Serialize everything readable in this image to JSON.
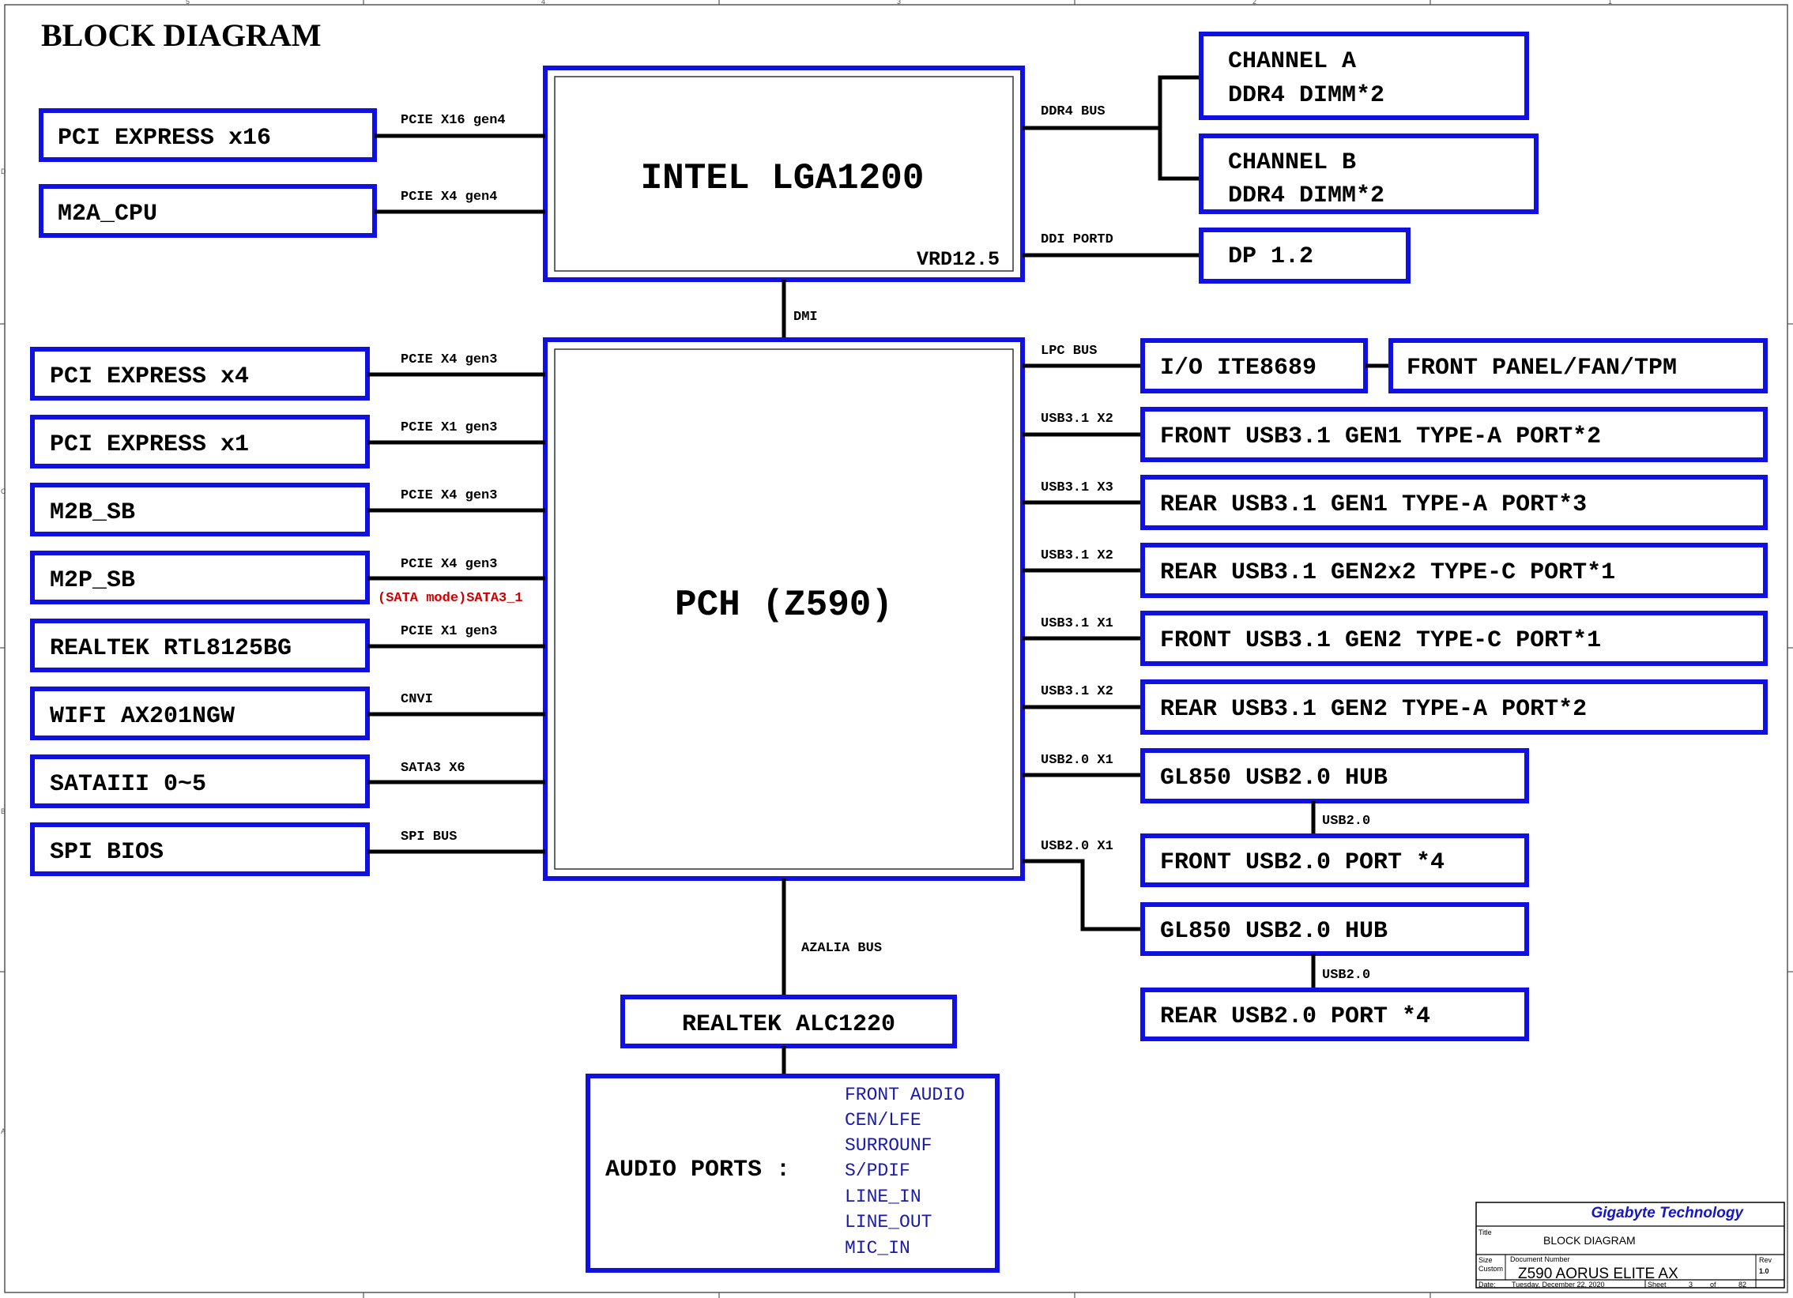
{
  "title": "BLOCK DIAGRAM",
  "cpu": {
    "name": "INTEL LGA1200",
    "vrd": "VRD12.5"
  },
  "pch": {
    "name": "PCH (Z590)"
  },
  "dmi_label": "DMI",
  "cpu_left": [
    {
      "box": "PCI EXPRESS x16",
      "bus": "PCIE X16 gen4"
    },
    {
      "box": "M2A_CPU",
      "bus": "PCIE X4 gen4"
    }
  ],
  "cpu_right": {
    "ddr_bus": "DDR4 BUS",
    "channel_a": [
      "CHANNEL A",
      "DDR4 DIMM*2"
    ],
    "channel_b": [
      "CHANNEL B",
      "DDR4 DIMM*2"
    ],
    "ddi_bus": "DDI PORTD",
    "dp": "DP 1.2"
  },
  "pch_left": [
    {
      "box": "PCI EXPRESS x4",
      "bus": "PCIE X4 gen3"
    },
    {
      "box": "PCI EXPRESS x1",
      "bus": "PCIE X1 gen3"
    },
    {
      "box": "M2B_SB",
      "bus": "PCIE X4 gen3"
    },
    {
      "box": "M2P_SB",
      "bus": "PCIE X4 gen3",
      "note": "(SATA mode)SATA3_1"
    },
    {
      "box": "REALTEK RTL8125BG",
      "bus": "PCIE X1 gen3"
    },
    {
      "box": "WIFI AX201NGW",
      "bus": "CNVI"
    },
    {
      "box": "SATAIII 0~5",
      "bus": "SATA3 X6"
    },
    {
      "box": "SPI BIOS",
      "bus": "SPI BUS"
    }
  ],
  "pch_right": {
    "lpc": {
      "bus": "LPC BUS",
      "box": "I/O ITE8689",
      "ext": "FRONT PANEL/FAN/TPM"
    },
    "usb3": [
      {
        "bus": "USB3.1 X2",
        "box": "FRONT USB3.1 GEN1 TYPE-A PORT*2"
      },
      {
        "bus": "USB3.1 X3",
        "box": "REAR USB3.1 GEN1 TYPE-A PORT*3"
      },
      {
        "bus": "USB3.1 X2",
        "box": "REAR USB3.1 GEN2x2 TYPE-C PORT*1"
      },
      {
        "bus": "USB3.1 X1",
        "box": "FRONT USB3.1 GEN2 TYPE-C PORT*1"
      },
      {
        "bus": "USB3.1 X2",
        "box": "REAR USB3.1 GEN2 TYPE-A PORT*2"
      }
    ],
    "hub1": {
      "bus": "USB2.0 X1",
      "box": "GL850 USB2.0 HUB",
      "link": "USB2.0",
      "port": "FRONT USB2.0 PORT *4"
    },
    "hub2": {
      "bus": "USB2.0 X1",
      "box": "GL850 USB2.0 HUB",
      "link": "USB2.0",
      "port": "REAR USB2.0 PORT *4"
    }
  },
  "audio": {
    "bus": "AZALIA BUS",
    "codec": "REALTEK ALC1220",
    "ports_label": "AUDIO PORTS :",
    "ports": [
      "FRONT AUDIO",
      "CEN/LFE",
      "SURROUNF",
      "S/PDIF",
      "LINE_IN",
      "LINE_OUT",
      "MIC_IN"
    ]
  },
  "title_block": {
    "company": "Gigabyte Technology",
    "title_label": "Title",
    "title_value": "BLOCK DIAGRAM",
    "size_label": "Size",
    "size_value": "Custom",
    "doc_label": "Document Number",
    "doc_value": "Z590 AORUS ELITE AX",
    "rev_label": "Rev",
    "rev_value": "1.0",
    "date_label": "Date:",
    "date_value": "Tuesday, December 22, 2020",
    "sheet_label": "Sheet",
    "sheet_value": "3",
    "of_label": "of",
    "of_value": "82"
  },
  "border": {
    "top_numbers": [
      "5",
      "4",
      "3",
      "2",
      "1"
    ],
    "side_letters": [
      "D",
      "C",
      "B",
      "A"
    ]
  }
}
